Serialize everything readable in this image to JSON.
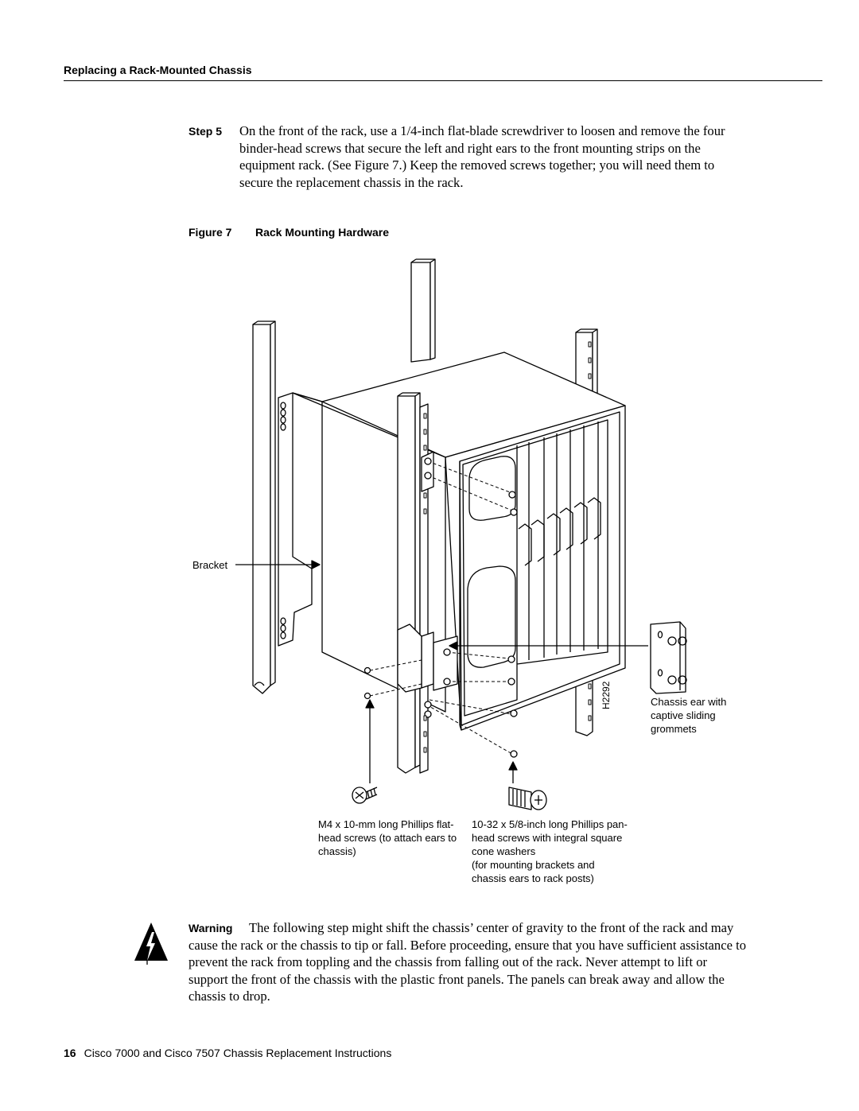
{
  "header": {
    "title": "Replacing a Rack-Mounted Chassis"
  },
  "step": {
    "label": "Step 5",
    "text": "On the front of the rack, use a 1/4-inch flat-blade screwdriver to loosen and remove the four binder-head screws that secure the left and right ears to the front mounting strips on the equipment rack. (See Figure 7.) Keep the removed screws together; you will need them to secure the replacement chassis in the rack."
  },
  "figure": {
    "number": "Figure 7",
    "title": "Rack Mounting Hardware",
    "labels": {
      "bracket": "Bracket",
      "chassis_ear": "Chassis ear with captive sliding grommets",
      "id_code": "H2292",
      "m4_screws": "M4 x 10-mm long Phillips flat-head screws (to attach ears to chassis)",
      "pan_screws": "10-32 x 5/8-inch long Phillips pan-head screws with integral square cone washers",
      "pan_screws_note": "(for mounting brackets and chassis ears to rack posts)"
    }
  },
  "warning": {
    "label": "Warning",
    "text": "The following step might shift the chassis’ center of gravity to the front of the rack and may cause the rack or the chassis to tip or fall. Before proceeding, ensure that you have sufficient assistance to prevent the rack from toppling and the chassis from falling out of the rack. Never attempt to lift or support the front of the chassis with the plastic front panels. The panels can break away and allow the chassis to drop."
  },
  "footer": {
    "page_number": "16",
    "title": "Cisco 7000 and Cisco 7507 Chassis Replacement Instructions"
  }
}
